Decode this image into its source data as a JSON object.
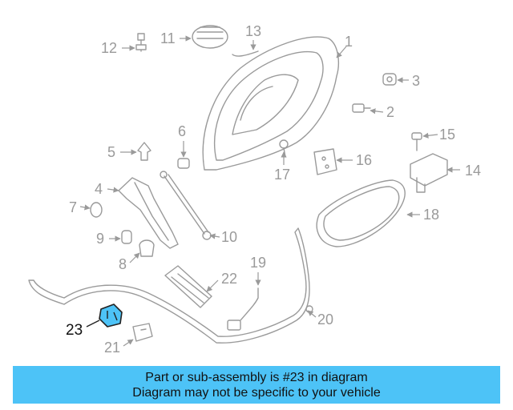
{
  "diagram": {
    "highlight_color": "#4dc3f7",
    "callouts": [
      "1",
      "2",
      "3",
      "4",
      "5",
      "6",
      "7",
      "8",
      "9",
      "10",
      "11",
      "12",
      "13",
      "14",
      "15",
      "16",
      "17",
      "18",
      "19",
      "20",
      "21",
      "22",
      "23"
    ],
    "highlighted_part": "23"
  },
  "caption": {
    "line1": "Part or sub-assembly is #23 in diagram",
    "line2": "Diagram may not be specific to your vehicle",
    "background": "#4dc3f7"
  }
}
